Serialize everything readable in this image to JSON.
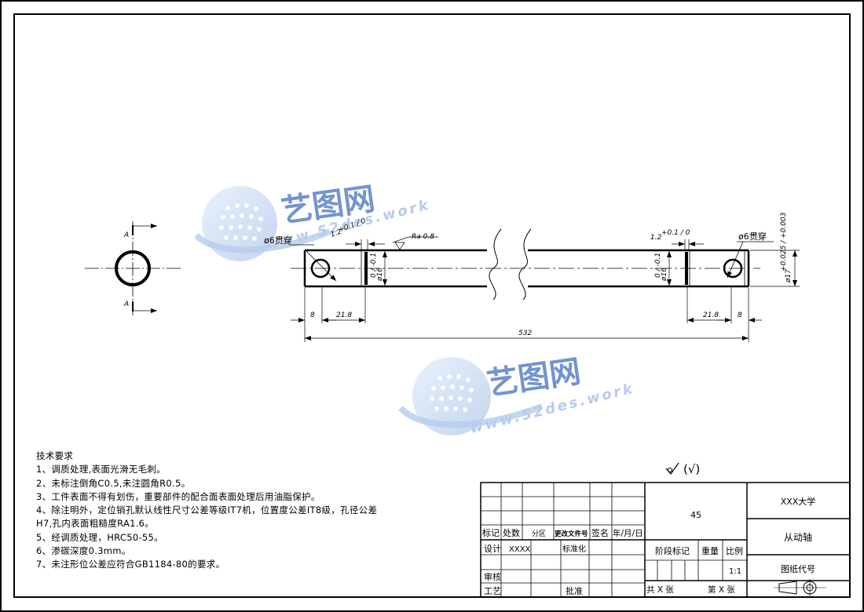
{
  "watermark": {
    "brand": "艺图网",
    "url": "www.52des.work",
    "colors": {
      "brand": "#5b82c8",
      "light": "#a9c4ea"
    }
  },
  "section_view": {
    "label_top": "A",
    "label_bottom": "A"
  },
  "dimensions": {
    "left_hole": "ø6贯穿",
    "right_hole": "ø6贯穿",
    "left_groove_width": "1.2",
    "left_groove_tol": "+0.1 / 0",
    "right_groove_width": "1.2",
    "right_groove_tol": "+0.1 / 0",
    "roughness": "Ra 0.8",
    "left_groove_dia": "ø16",
    "left_groove_dia_tol": "0 / -0.1",
    "right_groove_dia": "ø16",
    "right_groove_dia_tol": "0 / -0.1",
    "shaft_dia": "ø17",
    "shaft_dia_tol": "+0.025 / +0.003",
    "left_end": "8",
    "left_seg": "21.8",
    "right_seg": "21.8",
    "right_end": "8",
    "overall": "532"
  },
  "roughness_symbol": "(√)",
  "requirements": {
    "title": "技术要求",
    "items": [
      "1、调质处理,表面光滑无毛刺。",
      "2、未标注倒角C0.5,未注圆角R0.5。",
      "3、工件表面不得有划伤，重要部件的配合面表面处理后用油脂保护。",
      "4、除注明外，定位销孔默认线性尺寸公差等级IT7机，位置度公差IT8级，孔径公差",
      "H7,孔内表面粗糙度RA1.6。",
      "5、经调质处理，HRC50-55。",
      "6、渗碳深度0.3mm。",
      "7、未注形位公差应符合GB1184-80的要求。"
    ]
  },
  "title_block": {
    "material": "45",
    "school": "XXX大学",
    "part_name": "从动轴",
    "drawing_code_label": "图纸代号",
    "row_headers": [
      "标记",
      "处数",
      "分区",
      "更改文件号",
      "签名",
      "年/月/日"
    ],
    "design_label": "设计",
    "designer": "XXXX",
    "standardize_label": "标准化",
    "review_label": "审核",
    "process_label": "工艺",
    "approve_label": "批准",
    "stage_label": "阶段标记",
    "weight_label": "重量",
    "scale_label": "比例",
    "scale_value": "1:1",
    "sheets_total": "共 X 张",
    "sheet_no": "第 X 张"
  }
}
